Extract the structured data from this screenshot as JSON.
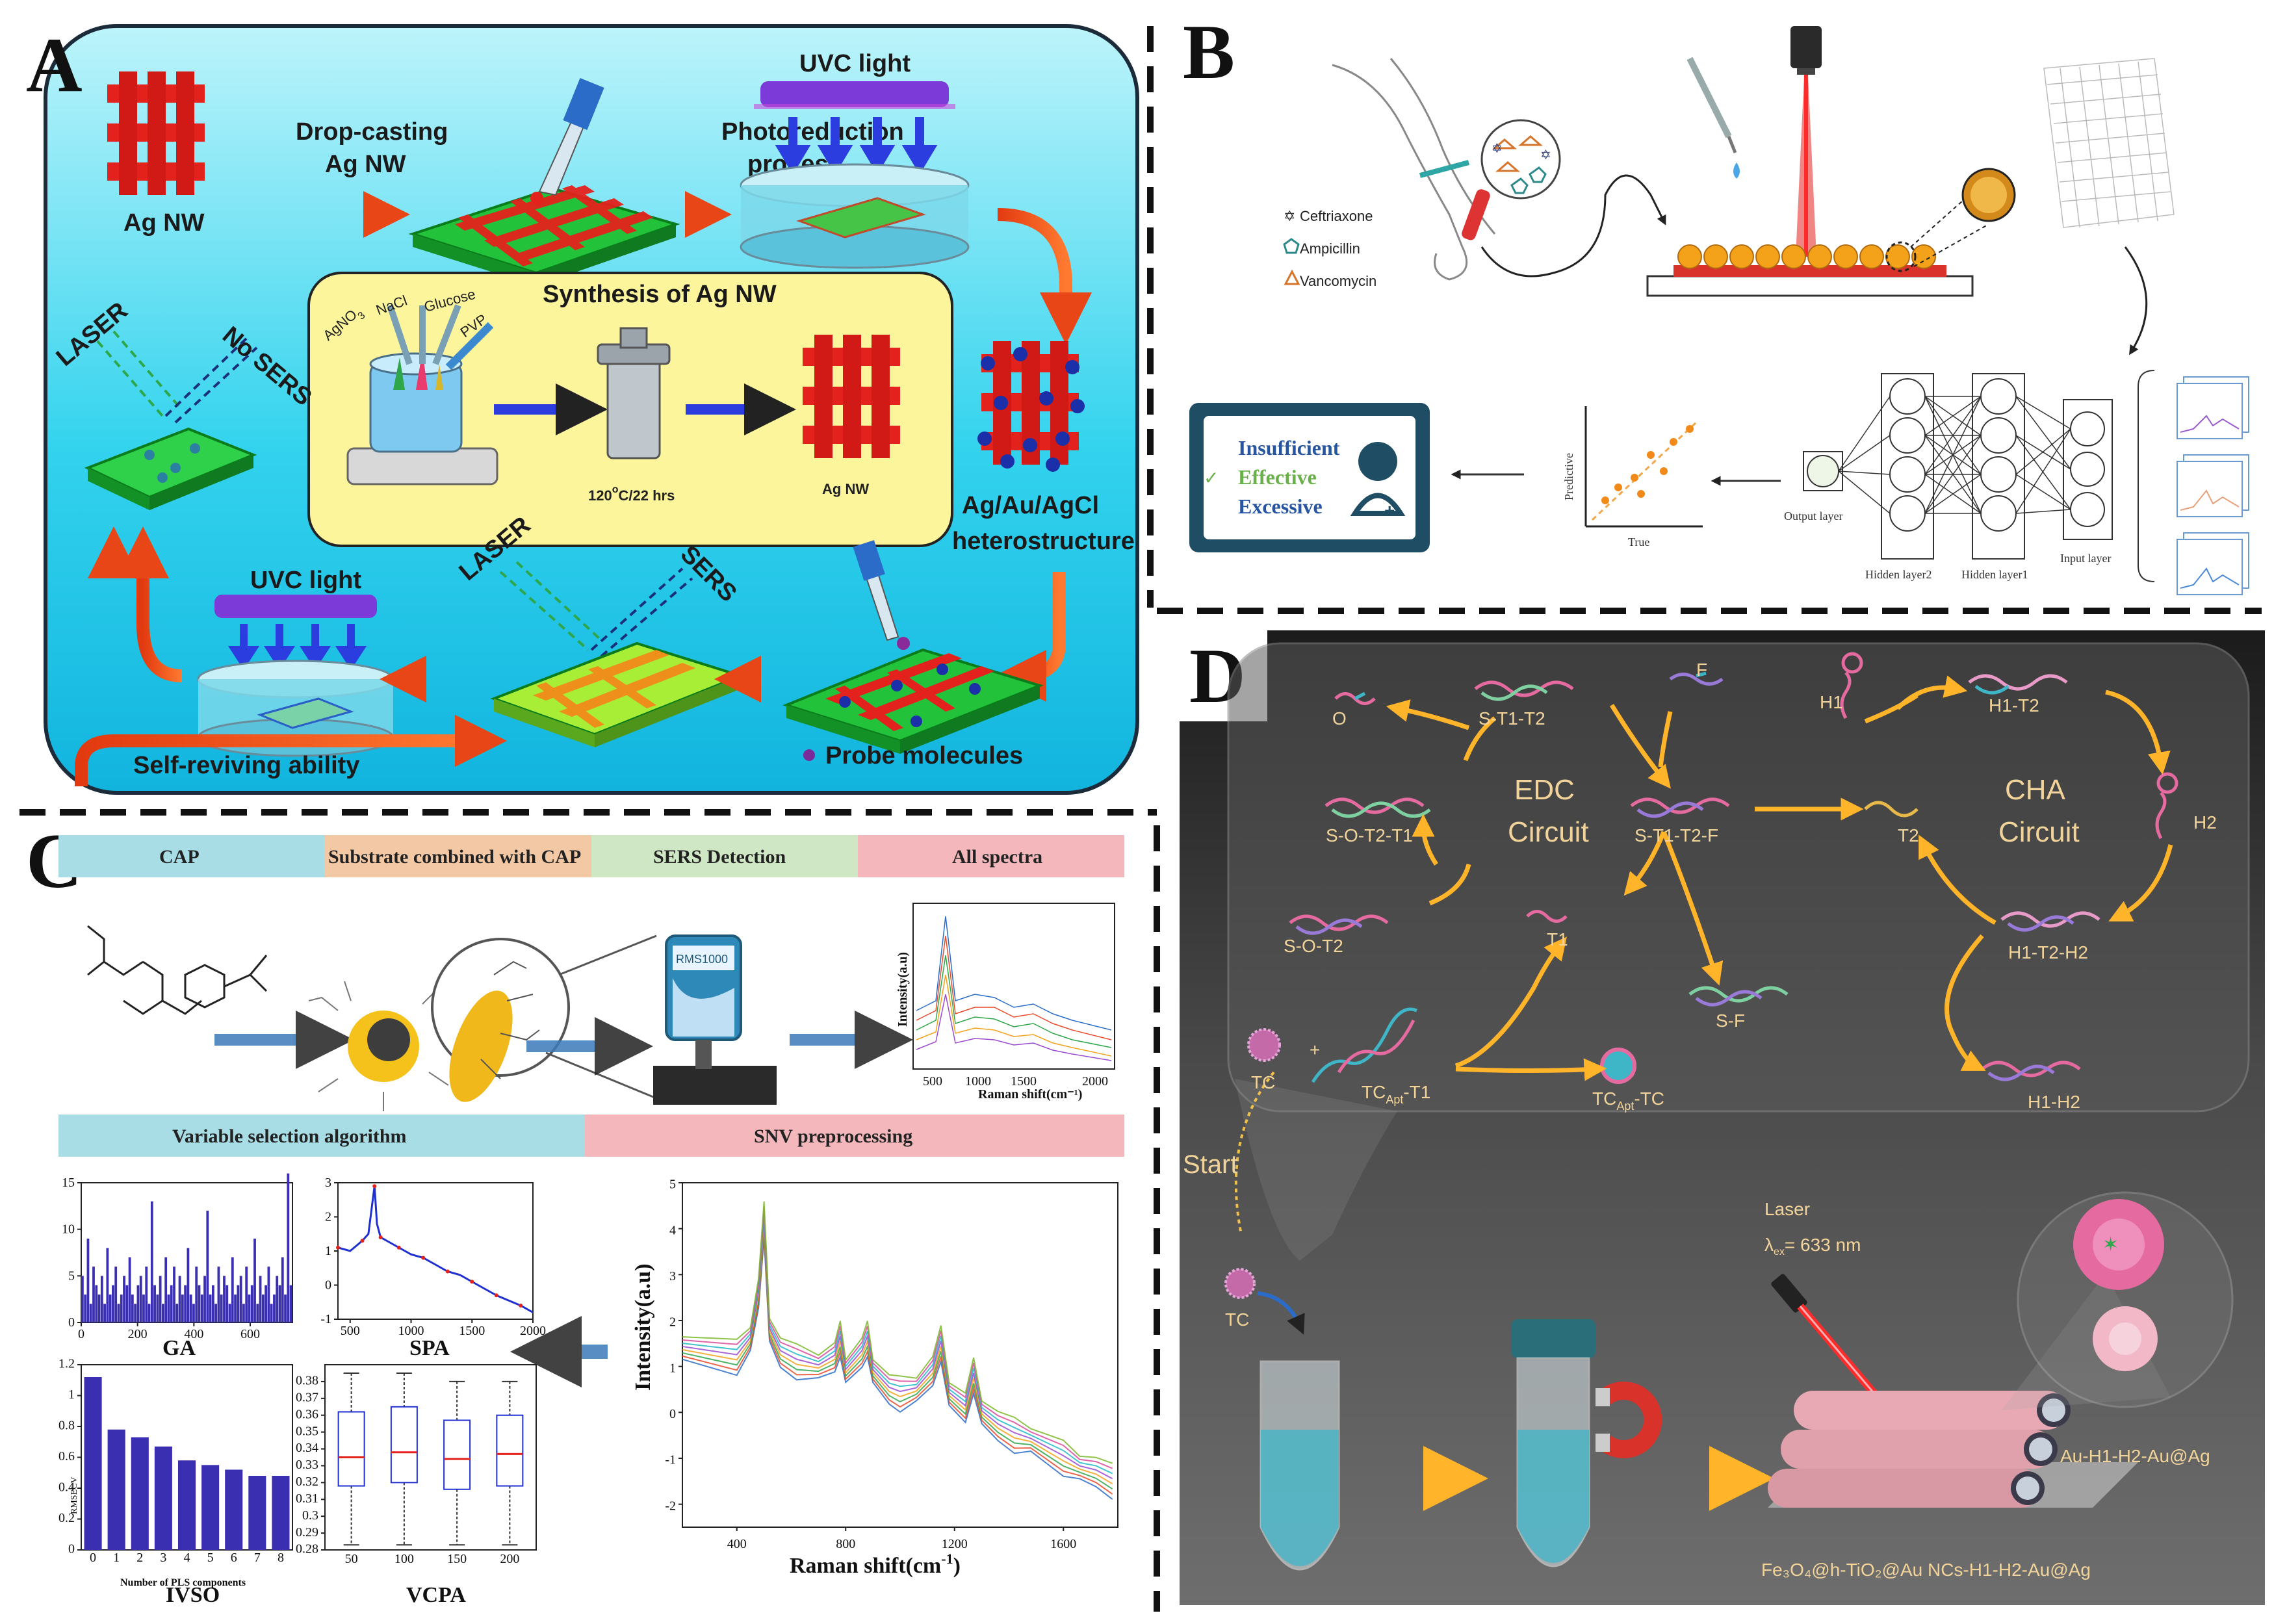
{
  "panels": {
    "a": "A",
    "b": "B",
    "c": "C",
    "d": "D"
  },
  "panelA": {
    "ag_nw_top": "Ag NW",
    "drop_casting_line1": "Drop-casting",
    "drop_casting_line2": "Ag NW",
    "photoreduction_line1": "Photoreduction",
    "photoreduction_line2": "process",
    "uvc_top": "UVC light",
    "synthesis_title": "Synthesis of Ag NW",
    "reagent_agno3": "AgNO",
    "reagent_agno3_sub": "3",
    "reagent_nacl": "NaCl",
    "reagent_glucose": "Glucose",
    "reagent_pvp": "PVP",
    "autoclave_cond": "120",
    "autoclave_cond_sup": "o",
    "autoclave_cond_tail": "C/22 hrs",
    "ag_nw_mid": "Ag NW",
    "hetero_line1": "Ag/Au/AgCl",
    "hetero_line2": "heterostructure",
    "laser_left": "LASER",
    "no_sers": "No SERS",
    "uvc_bottom": "UVC light",
    "laser_bottom": "LASER",
    "sers": "SERS",
    "self_reviving": "Self-reviving ability",
    "probe": "Probe molecules"
  },
  "panelB": {
    "legend": [
      "Ceftriaxone",
      "Ampicillin",
      "Vancomycin"
    ],
    "insufficient": "Insufficient",
    "effective": "Effective",
    "excessive": "Excessive",
    "predictive": "Predictive",
    "true_label": "True",
    "output_layer": "Output layer",
    "hidden2": "Hidden layer2",
    "hidden1": "Hidden layer1",
    "input_layer": "Input layer"
  },
  "panelC": {
    "tab_cap": "CAP",
    "tab_substrate": "Substrate combined with CAP",
    "tab_sers": "SERS Detection",
    "tab_all": "All spectra",
    "device_label": "RMS1000",
    "tab_variable": "Variable selection algorithm",
    "tab_snv": "SNV preprocessing",
    "ga": "GA",
    "spa": "SPA",
    "ivso": "IVSO",
    "vcpa": "VCPA",
    "ivso_x": "Number of PLS components",
    "ivso_y": "RMSECV",
    "mini_ylabel": "Intensity(a.u)",
    "mini_xlabel": "Raman shift(cm⁻¹)",
    "big_ylabel": "Intensity(a.u)",
    "big_xlabel": "Raman shift(cm",
    "big_xlabel_sup": "-1",
    "big_xlabel_tail": ")"
  },
  "panelD": {
    "o": "O",
    "st1t2": "S-T1-T2",
    "f": "F",
    "h1": "H1",
    "h1t2": "H1-T2",
    "edc1": "EDC",
    "edc2": "Circuit",
    "cha1": "CHA",
    "cha2": "Circuit",
    "sot2t1": "S-O-T2-T1",
    "st1t2f": "S-T1-T2-F",
    "t2": "T2",
    "h2": "H2",
    "sot2": "S-O-T2",
    "t1": "T1",
    "h1t2h2": "H1-T2-H2",
    "sf": "S-F",
    "tc": "TC",
    "plus": "+",
    "tcapt_t1": "TC",
    "tcapt_t1_sub": "Apt",
    "tcapt_t1_tail": "-T1",
    "tcapt_tc": "TC",
    "tcapt_tc_sub": "Apt",
    "tcapt_tc_tail": "-TC",
    "h1h2": "H1-H2",
    "start": "Start",
    "tc2": "TC",
    "laser": "Laser",
    "lambda": "λ",
    "lambda_sub": "ex",
    "lambda_tail": "= 633 nm",
    "au_label": "Au-H1-H2-Au@Ag",
    "substrate": "Fe₃O₄@h-TiO₂@Au NCs-H1-H2-Au@Ag"
  },
  "chart_data": [
    {
      "type": "bar",
      "title": "GA",
      "xlabel": "",
      "ylabel": "",
      "xlim": [
        0,
        750
      ],
      "ylim": [
        0,
        15
      ],
      "xticks": [
        0,
        200,
        400,
        600
      ],
      "yticks": [
        0,
        5,
        10,
        15
      ],
      "values": [
        5,
        3,
        9,
        2,
        6,
        4,
        3,
        5,
        2,
        8,
        3,
        4,
        6,
        2,
        3,
        5,
        4,
        7,
        3,
        2,
        4,
        5,
        3,
        6,
        2,
        13,
        4,
        3,
        5,
        2,
        7,
        3,
        4,
        6,
        2,
        5,
        3,
        4,
        8,
        3,
        2,
        6,
        4,
        3,
        5,
        12,
        3,
        4,
        2,
        6,
        3,
        5,
        4,
        2,
        7,
        3,
        4,
        5,
        2,
        6,
        3,
        4,
        9,
        2,
        5,
        3,
        4,
        6,
        2,
        3,
        5,
        4,
        7,
        3,
        16,
        4
      ]
    },
    {
      "type": "line",
      "title": "SPA",
      "xlabel": "",
      "ylabel": "",
      "xlim": [
        400,
        2000
      ],
      "ylim": [
        -1,
        3
      ],
      "xticks": [
        500,
        1000,
        1500,
        2000
      ],
      "yticks": [
        -1,
        0,
        1,
        2,
        3
      ],
      "x": [
        400,
        500,
        600,
        650,
        700,
        720,
        750,
        800,
        900,
        1000,
        1100,
        1200,
        1300,
        1400,
        1500,
        1600,
        1700,
        1800,
        1900,
        2000
      ],
      "y": [
        1.1,
        1.0,
        1.3,
        1.5,
        2.9,
        1.8,
        1.4,
        1.3,
        1.1,
        0.9,
        0.8,
        0.6,
        0.4,
        0.3,
        0.1,
        -0.1,
        -0.3,
        -0.45,
        -0.6,
        -0.8
      ]
    },
    {
      "type": "bar",
      "title": "IVSO",
      "xlabel": "Number of PLS components",
      "ylabel": "RMSECV",
      "categories": [
        "0",
        "1",
        "2",
        "3",
        "4",
        "5",
        "6",
        "7",
        "8"
      ],
      "values": [
        1.12,
        0.78,
        0.73,
        0.67,
        0.58,
        0.55,
        0.52,
        0.48,
        0.48
      ],
      "ylim": [
        0,
        1.2
      ],
      "yticks": [
        0,
        0.2,
        0.4,
        0.6,
        0.8,
        1.0,
        1.2
      ]
    },
    {
      "type": "box",
      "title": "VCPA",
      "xlabel": "",
      "ylabel": "",
      "categories": [
        "50",
        "100",
        "150",
        "200"
      ],
      "ylim": [
        0.28,
        0.39
      ],
      "yticks": [
        0.28,
        0.29,
        0.3,
        0.31,
        0.32,
        0.33,
        0.34,
        0.35,
        0.36,
        0.37,
        0.38
      ],
      "boxes": [
        {
          "min": 0.283,
          "q1": 0.318,
          "median": 0.335,
          "q3": 0.362,
          "max": 0.385
        },
        {
          "min": 0.283,
          "q1": 0.32,
          "median": 0.338,
          "q3": 0.365,
          "max": 0.385
        },
        {
          "min": 0.283,
          "q1": 0.316,
          "median": 0.334,
          "q3": 0.357,
          "max": 0.38
        },
        {
          "min": 0.283,
          "q1": 0.318,
          "median": 0.337,
          "q3": 0.36,
          "max": 0.38
        }
      ]
    },
    {
      "type": "line",
      "title": "",
      "xlabel": "Raman shift(cm-1)",
      "ylabel": "Intensity(a.u)",
      "xlim": [
        200,
        1800
      ],
      "ylim": [
        -2.5,
        5
      ],
      "xticks": [
        400,
        800,
        1200,
        1600
      ],
      "yticks": [
        -2,
        -1,
        0,
        1,
        2,
        3,
        4,
        5
      ],
      "x": [
        200,
        300,
        400,
        450,
        480,
        500,
        520,
        560,
        620,
        700,
        760,
        780,
        800,
        860,
        880,
        900,
        960,
        1000,
        1060,
        1120,
        1150,
        1180,
        1240,
        1270,
        1300,
        1360,
        1420,
        1480,
        1540,
        1600,
        1660,
        1720,
        1780
      ],
      "y": [
        1.4,
        1.3,
        1.2,
        1.6,
        2.6,
        4.2,
        1.8,
        1.3,
        1.1,
        1.0,
        1.2,
        1.6,
        0.9,
        1.3,
        1.6,
        0.9,
        0.5,
        0.4,
        0.5,
        0.9,
        1.5,
        0.4,
        0.1,
        0.8,
        0.0,
        -0.3,
        -0.5,
        -0.6,
        -0.8,
        -1.0,
        -1.2,
        -1.3,
        -1.5
      ]
    }
  ]
}
